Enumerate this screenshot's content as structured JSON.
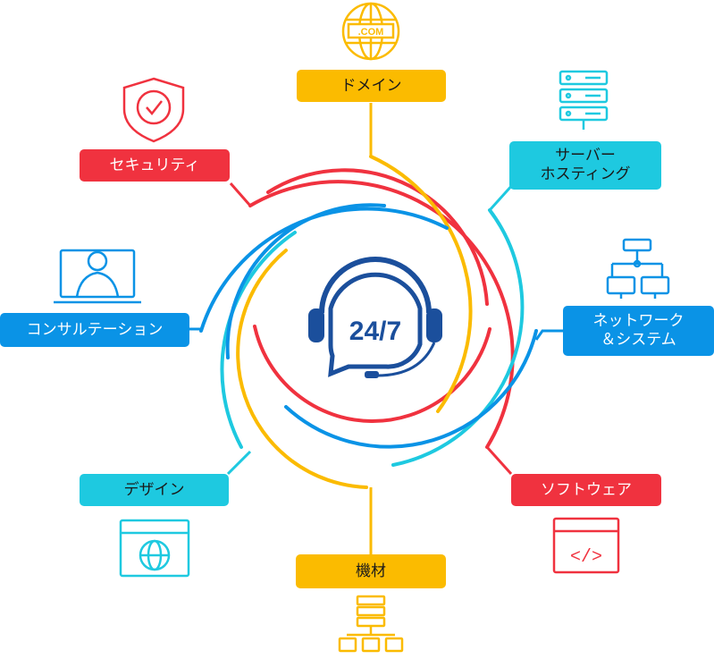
{
  "center": {
    "label": "24/7"
  },
  "nodes": {
    "domain": {
      "label": "ドメイン",
      "icon": "globe-com-icon",
      "icon_text": ".COM"
    },
    "server_hosting": {
      "line1": "サーバー",
      "line2": "ホスティング",
      "icon": "server-rack-icon"
    },
    "network_system": {
      "line1": "ネットワーク",
      "line2": "＆システム",
      "icon": "network-computers-icon"
    },
    "software": {
      "label": "ソフトウェア",
      "icon": "code-window-icon",
      "icon_text": "</>"
    },
    "equipment": {
      "label": "機材",
      "icon": "server-network-icon"
    },
    "design": {
      "label": "デザイン",
      "icon": "browser-globe-icon"
    },
    "consultation": {
      "label": "コンサルテーション",
      "icon": "consultant-monitor-icon"
    },
    "security": {
      "label": "セキュリティ",
      "icon": "shield-check-icon"
    }
  },
  "colors": {
    "yellow": "#fbbb00",
    "red": "#f0323f",
    "cyan": "#1ec9e0",
    "blue": "#0a93e6",
    "navy": "#1b4f9c"
  }
}
